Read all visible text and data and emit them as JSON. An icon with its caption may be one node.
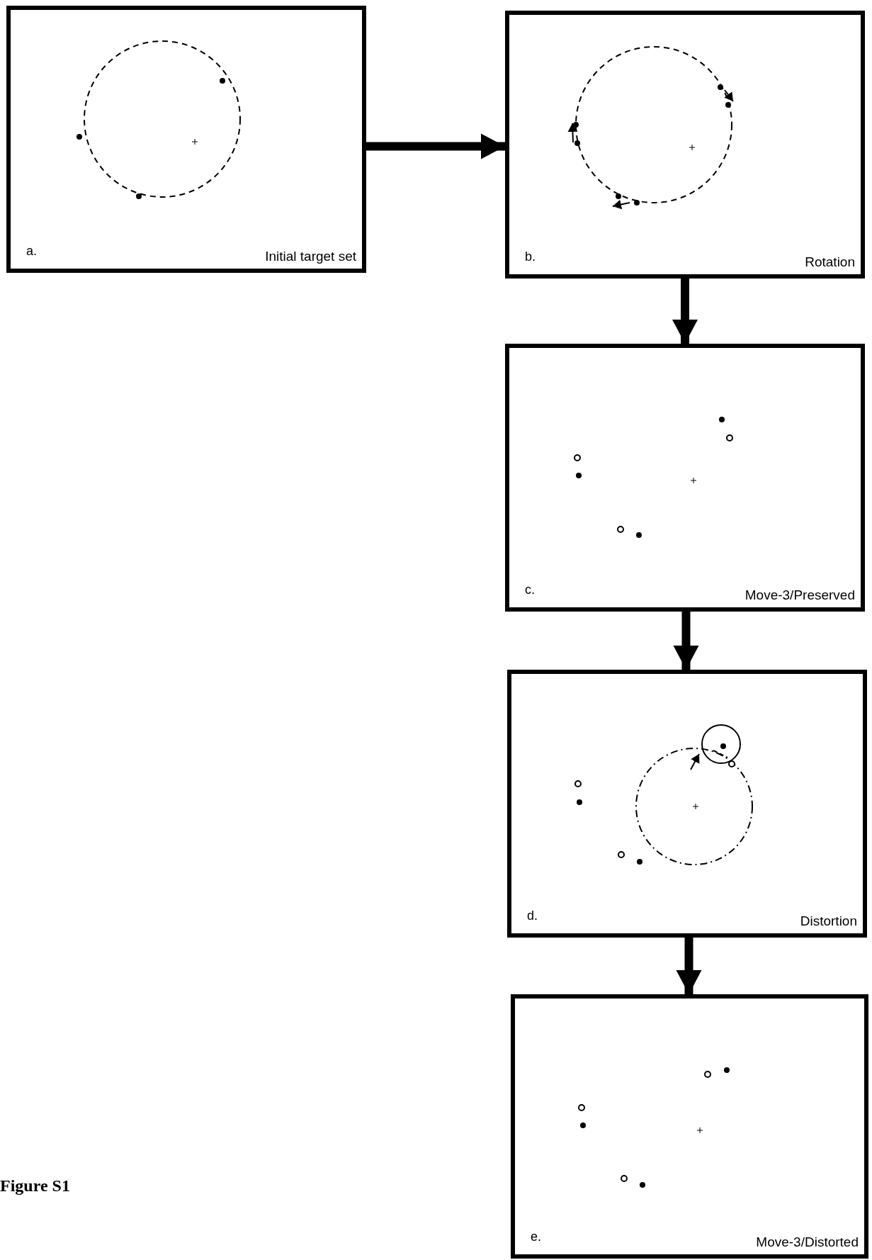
{
  "diagram": {
    "nodes": [
      {
        "text": [
          "a.",
          "Initial target set"
        ]
      },
      {
        "text": [
          "b.",
          "Rotation"
        ]
      },
      {
        "text": [
          "c.",
          "Move-3/Preserved"
        ]
      },
      {
        "text": [
          "d.",
          "Distortion"
        ]
      },
      {
        "text": [
          "e.",
          "Move-3/Distorted"
        ]
      }
    ],
    "edges": [
      {
        "from": 0,
        "to": 1,
        "arrow": "to"
      },
      {
        "from": 1,
        "to": 2,
        "arrow": "to"
      },
      {
        "from": 2,
        "to": 3,
        "arrow": "to"
      },
      {
        "from": 3,
        "to": 4,
        "arrow": "to"
      }
    ],
    "labels": [
      "Figure S1"
    ]
  }
}
